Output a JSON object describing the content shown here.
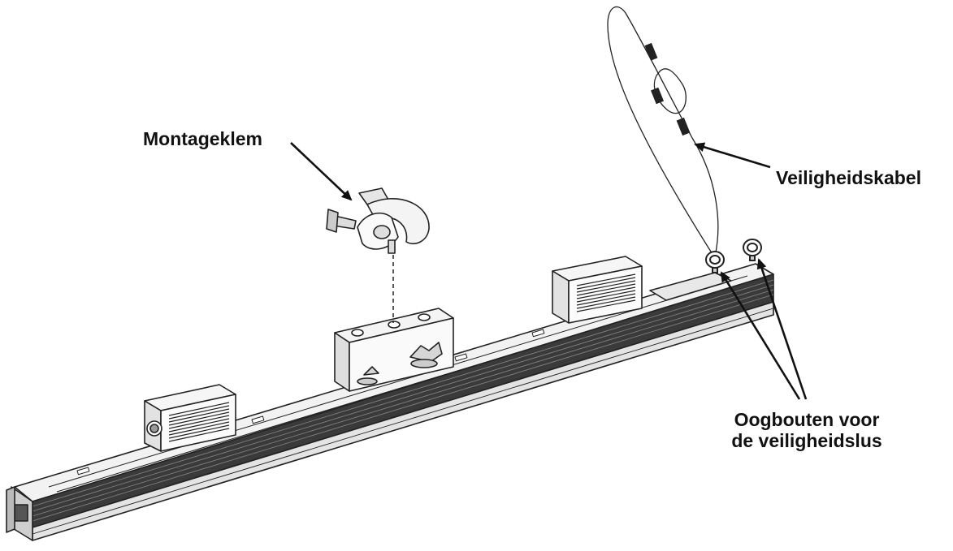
{
  "labels": {
    "mounting_clamp": "Montageklem",
    "safety_cable": "Veiligheidskabel",
    "eye_bolts_line1": "Oogbouten voor",
    "eye_bolts_line2": "de veiligheidslus"
  },
  "colors": {
    "ink": "#1a1a1a",
    "line": "#222222",
    "fill_light": "#f4f4f4",
    "fill_mid": "#dcdcdc",
    "fill_dark": "#3a3a3a"
  }
}
